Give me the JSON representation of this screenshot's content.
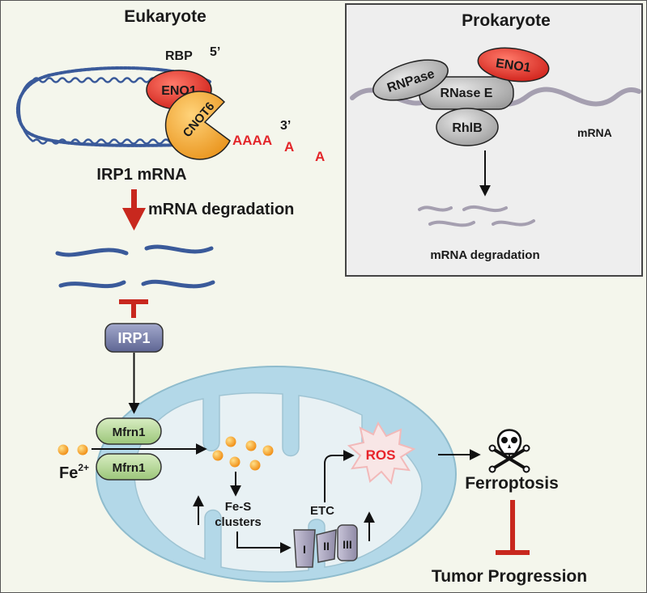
{
  "eukaryote": {
    "title": "Eukaryote",
    "rbp_label": "RBP",
    "five_prime": "5’",
    "three_prime": "3’",
    "eno1": "ENO1",
    "cnot6": "CNOT6",
    "polya": "AAAA",
    "polya_a1": "A",
    "polya_a2": "A",
    "mrna_name": "IRP1 mRNA",
    "degradation": "mRNA degradation",
    "irp1": "IRP1"
  },
  "prokaryote": {
    "title": "Prokaryote",
    "rnpase": "RNPase",
    "eno1": "ENO1",
    "rnase_e": "RNase E",
    "rhlb": "RhlB",
    "mrna": "mRNA",
    "degradation": "mRNA degradation"
  },
  "mito": {
    "mfrn1_top": "Mfrn1",
    "mfrn1_bottom": "Mfrn1",
    "fe_base": "Fe",
    "fe_charge": "2+",
    "fes_line1": "Fe-S",
    "fes_line2": "clusters",
    "etc": "ETC",
    "complex_1": "I",
    "complex_2": "II",
    "complex_3": "III",
    "ros": "ROS"
  },
  "outcome": {
    "ferroptosis": "Ferroptosis",
    "tumor": "Tumor Progression",
    "skull": "skull-crossbones-icon"
  },
  "colors": {
    "background": "#f4f6ec",
    "panel": "#eeeeee",
    "mrna_blue": "#3a5a9a",
    "mrna_gray": "#9a94a6",
    "eno1_red": "#e0302a",
    "cnot6_orange": "#f3a82a",
    "inhibit_red": "#c8281e",
    "irp1_purple": "#7b82ac",
    "mito_outer": "#b3d8e8",
    "mito_inner": "#e8f1f4",
    "mfrn1_green": "#c2dfa5",
    "iron": "#f5a623",
    "ros_red": "#e8232a"
  }
}
